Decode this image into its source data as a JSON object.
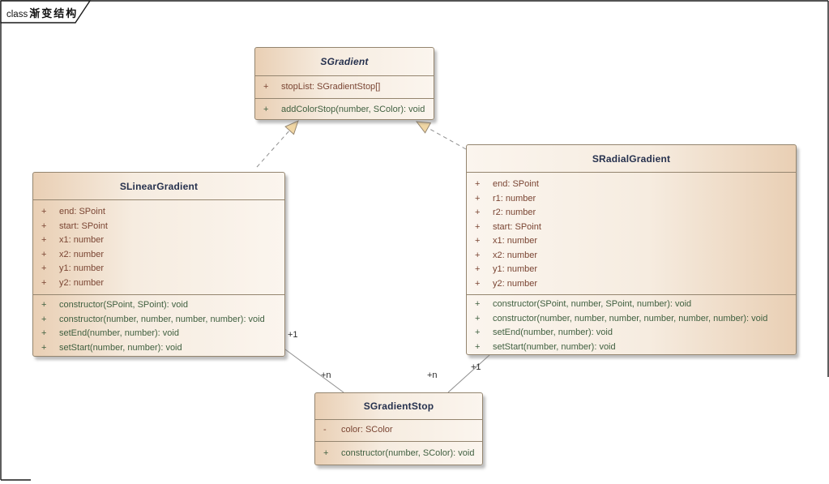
{
  "frame": {
    "keyword": "class",
    "title": "渐变结构"
  },
  "classes": [
    {
      "name": "SGradient",
      "abstract": true,
      "attributes": [
        {
          "vis": "+",
          "text": "stopList: SGradientStop[]"
        }
      ],
      "methods": [
        {
          "vis": "+",
          "text": "addColorStop(number, SColor): void"
        }
      ]
    },
    {
      "name": "SLinearGradient",
      "abstract": false,
      "attributes": [
        {
          "vis": "+",
          "text": "end: SPoint"
        },
        {
          "vis": "+",
          "text": "start: SPoint"
        },
        {
          "vis": "+",
          "text": "x1: number"
        },
        {
          "vis": "+",
          "text": "x2: number"
        },
        {
          "vis": "+",
          "text": "y1: number"
        },
        {
          "vis": "+",
          "text": "y2: number"
        }
      ],
      "methods": [
        {
          "vis": "+",
          "text": "constructor(SPoint, SPoint): void"
        },
        {
          "vis": "+",
          "text": "constructor(number, number, number, number): void"
        },
        {
          "vis": "+",
          "text": "setEnd(number, number): void"
        },
        {
          "vis": "+",
          "text": "setStart(number, number): void"
        }
      ]
    },
    {
      "name": "SRadialGradient",
      "abstract": false,
      "attributes": [
        {
          "vis": "+",
          "text": "end: SPoint"
        },
        {
          "vis": "+",
          "text": "r1: number"
        },
        {
          "vis": "+",
          "text": "r2: number"
        },
        {
          "vis": "+",
          "text": "start: SPoint"
        },
        {
          "vis": "+",
          "text": "x1: number"
        },
        {
          "vis": "+",
          "text": "x2: number"
        },
        {
          "vis": "+",
          "text": "y1: number"
        },
        {
          "vis": "+",
          "text": "y2: number"
        }
      ],
      "methods": [
        {
          "vis": "+",
          "text": "constructor(SPoint, number, SPoint, number): void"
        },
        {
          "vis": "+",
          "text": "constructor(number, number, number, number, number, number): void"
        },
        {
          "vis": "+",
          "text": "setEnd(number, number): void"
        },
        {
          "vis": "+",
          "text": "setStart(number, number): void"
        }
      ]
    },
    {
      "name": "SGradientStop",
      "abstract": false,
      "attributes": [
        {
          "vis": "-",
          "text": "color: SColor"
        }
      ],
      "methods": [
        {
          "vis": "+",
          "text": "constructor(number, SColor): void"
        }
      ]
    }
  ],
  "connectors": [
    {
      "type": "realization",
      "from": "SLinearGradient",
      "to": "SGradient"
    },
    {
      "type": "realization",
      "from": "SRadialGradient",
      "to": "SGradient"
    },
    {
      "type": "association",
      "from": "SLinearGradient",
      "to": "SGradientStop",
      "source_multiplicity": "+1",
      "target_multiplicity": "+n"
    },
    {
      "type": "association",
      "from": "SRadialGradient",
      "to": "SGradientStop",
      "source_multiplicity": "+1",
      "target_multiplicity": "+n"
    }
  ],
  "colors": {
    "background": "#ffffff",
    "box_fill_dark": "#e9cfb4",
    "box_fill_light": "#fbf5ee",
    "box_border": "#94856f",
    "title_text": "#26314e",
    "attribute_text": "#7a4533",
    "method_text": "#3f5f3f",
    "connector_line": "#8f8f8f",
    "arrowhead_fill": "#f0d6a4",
    "multiplicity_text": "#2a2a2a",
    "frame_border": "#1a1a1a"
  }
}
